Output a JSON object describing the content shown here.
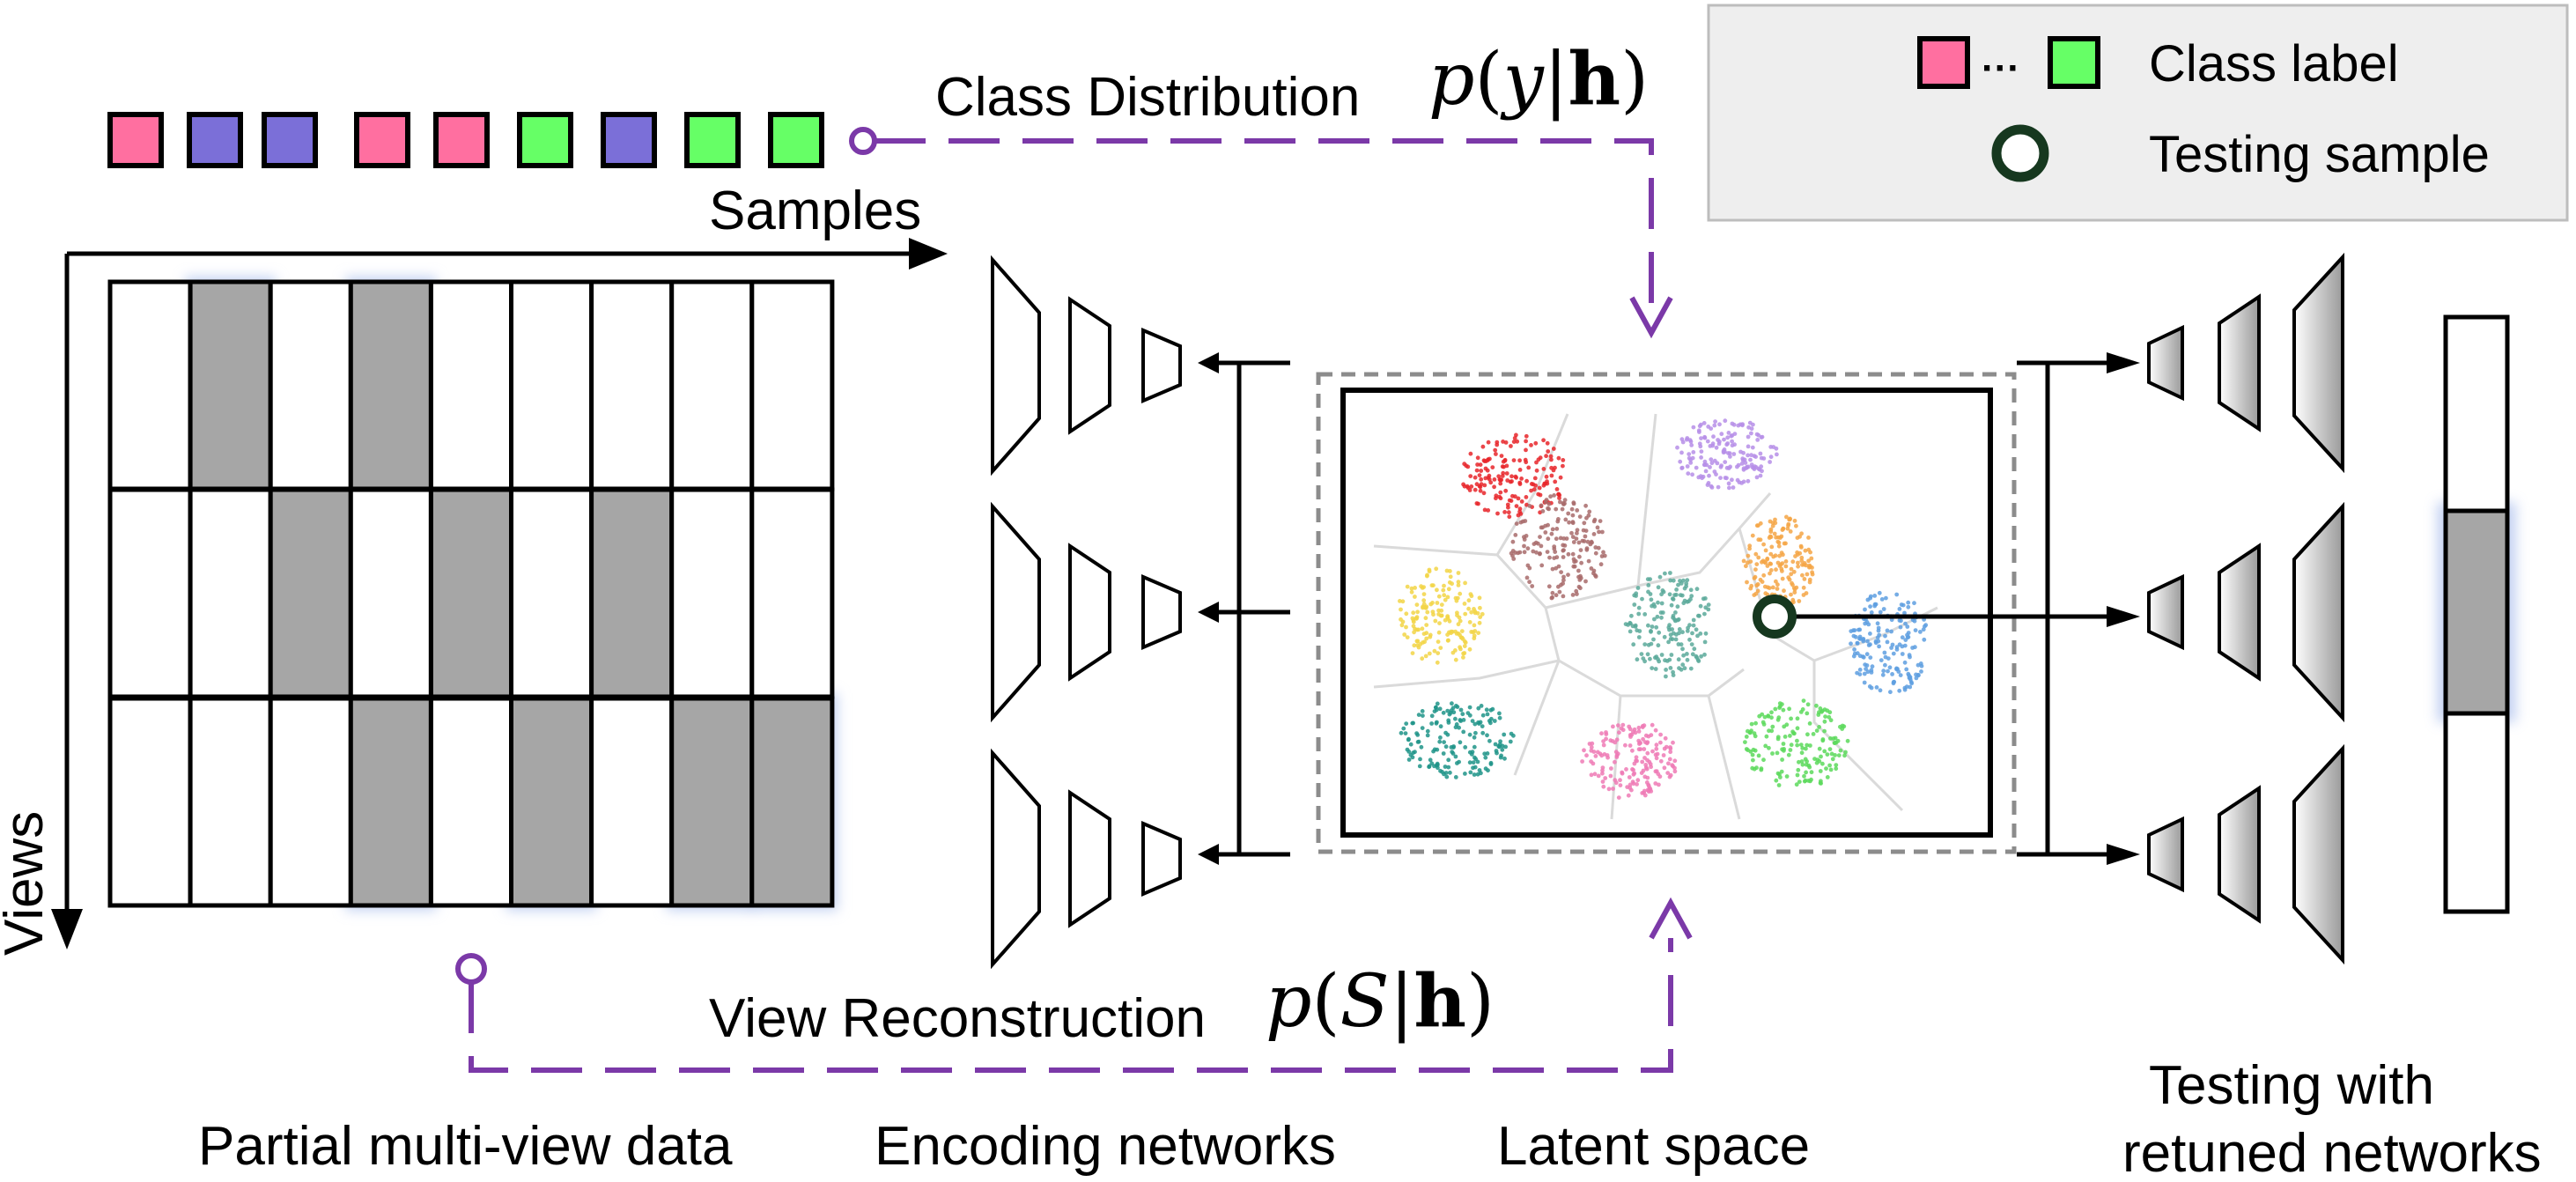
{
  "legend": {
    "class_label": "Class label",
    "testing_sample": "Testing sample",
    "ellipsis": "···"
  },
  "labels": {
    "class_distribution": "Class Distribution",
    "samples_axis": "Samples",
    "views_axis": "Views",
    "view_reconstruction": "View Reconstruction",
    "partial_multiview": "Partial multi-view data",
    "encoding_networks": "Encoding networks",
    "latent_space": "Latent space",
    "testing_line1": "Testing with",
    "testing_line2": "retuned networks"
  },
  "formulas": {
    "class_dist": {
      "p": "p",
      "open": "(",
      "var": "y",
      "bar": "|",
      "h": "h",
      "close": ")"
    },
    "view_rec": {
      "p": "p",
      "open": "(",
      "var": "S",
      "bar": "|",
      "h": "h",
      "close": ")"
    }
  },
  "colors": {
    "pink": "#ff6fa0",
    "blue": "#7b6fd8",
    "green": "#66ff66",
    "purple": "#7b39a8",
    "gray_cell": "#a6a6a6",
    "test_ring": "#16381f",
    "glow": "#b7c8ef"
  },
  "sample_labels": [
    "pink",
    "blue",
    "blue",
    "pink",
    "pink",
    "green",
    "blue",
    "green",
    "green"
  ],
  "data_matrix": [
    [
      0,
      1,
      0,
      1,
      0,
      0,
      0,
      0,
      0
    ],
    [
      0,
      0,
      1,
      0,
      1,
      0,
      1,
      0,
      0
    ],
    [
      0,
      0,
      0,
      1,
      0,
      1,
      0,
      1,
      1
    ]
  ],
  "test_vector": [
    0,
    1,
    0
  ],
  "clusters": [
    {
      "color": "#e8262a"
    },
    {
      "color": "#b68ee8"
    },
    {
      "color": "#a86b6b"
    },
    {
      "color": "#f2d547"
    },
    {
      "color": "#5aa99a"
    },
    {
      "color": "#f5a646"
    },
    {
      "color": "#5e9fe0"
    },
    {
      "color": "#1f9488"
    },
    {
      "color": "#ee7ab5"
    },
    {
      "color": "#5cd95c"
    }
  ]
}
